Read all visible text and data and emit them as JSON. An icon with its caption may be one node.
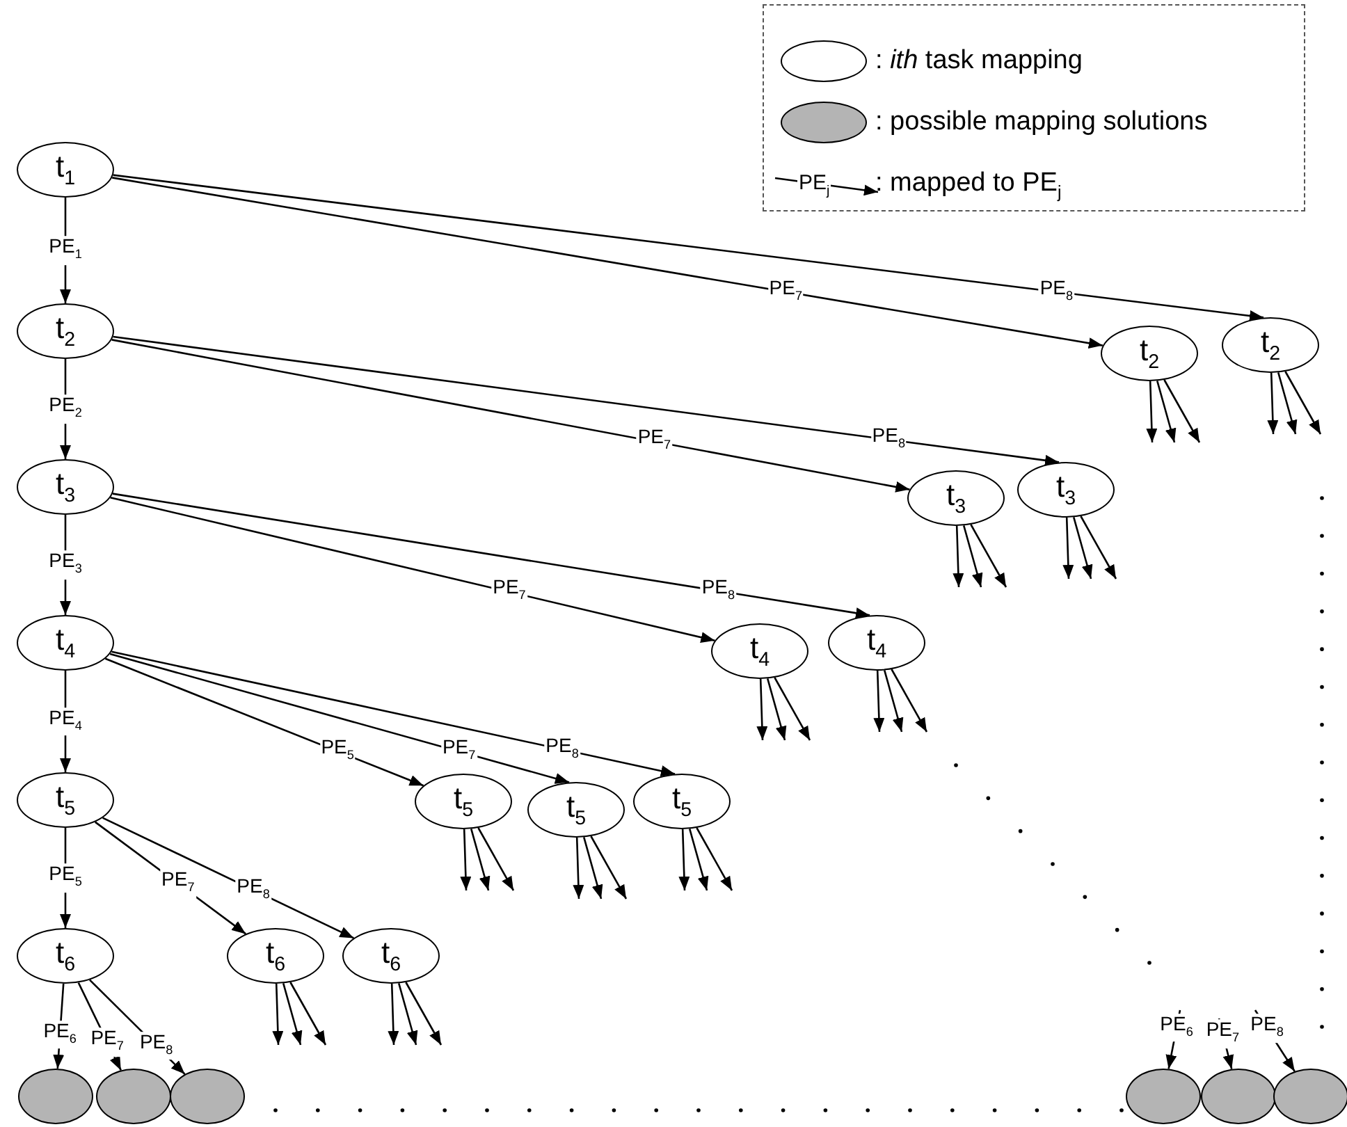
{
  "diagram": {
    "nodes": [
      {
        "text": [
          "t$_{1}$"
        ]
      },
      {
        "text": [
          "t$_{2}$"
        ]
      },
      {
        "text": [
          "t$_{2}$"
        ]
      },
      {
        "text": [
          "t$_{2}$"
        ]
      },
      {
        "text": [
          "t$_{3}$"
        ]
      },
      {
        "text": [
          "t$_{3}$"
        ]
      },
      {
        "text": [
          "t$_{3}$"
        ]
      },
      {
        "text": [
          "t$_{4}$"
        ]
      },
      {
        "text": [
          "t$_{4}$"
        ]
      },
      {
        "text": [
          "t$_{4}$"
        ]
      },
      {
        "text": [
          "t$_{5}$"
        ]
      },
      {
        "text": [
          "t$_{5}$"
        ]
      },
      {
        "text": [
          "t$_{5}$"
        ]
      },
      {
        "text": [
          "t$_{5}$"
        ]
      },
      {
        "text": [
          "t$_{6}$"
        ]
      },
      {
        "text": [
          "t$_{6}$"
        ]
      },
      {
        "text": [
          "t$_{6}$"
        ]
      },
      {
        "text": [],
        "shape": "ellipse"
      },
      {
        "text": [],
        "shape": "ellipse"
      },
      {
        "text": [],
        "shape": "ellipse"
      },
      {
        "text": [],
        "shape": "ellipse"
      },
      {
        "text": [],
        "shape": "ellipse"
      },
      {
        "text": [],
        "shape": "ellipse"
      }
    ],
    "edges": [
      {
        "from": 0,
        "to": 1,
        "arrow": "to",
        "label": "PE$_{1}$"
      },
      {
        "from": 0,
        "to": 2,
        "arrow": "to",
        "label": "PE$_{7}$"
      },
      {
        "from": 0,
        "to": 3,
        "arrow": "to",
        "label": "PE$_{8}$"
      },
      {
        "from": 2,
        "to": null,
        "arrow": "to"
      },
      {
        "from": 2,
        "to": null,
        "arrow": "to"
      },
      {
        "from": 2,
        "to": null,
        "arrow": "to"
      },
      {
        "from": 3,
        "to": null,
        "arrow": "to"
      },
      {
        "from": 3,
        "to": null,
        "arrow": "to"
      },
      {
        "from": 3,
        "to": null,
        "arrow": "to"
      },
      {
        "from": 1,
        "to": 4,
        "arrow": "to",
        "label": "PE$_{2}$"
      },
      {
        "from": 1,
        "to": 5,
        "arrow": "to",
        "label": "PE$_{7}$"
      },
      {
        "from": 1,
        "to": 6,
        "arrow": "to",
        "label": "PE$_{8}$"
      },
      {
        "from": 5,
        "to": null,
        "arrow": "to"
      },
      {
        "from": 5,
        "to": null,
        "arrow": "to"
      },
      {
        "from": 5,
        "to": null,
        "arrow": "to"
      },
      {
        "from": 6,
        "to": null,
        "arrow": "to"
      },
      {
        "from": 6,
        "to": null,
        "arrow": "to"
      },
      {
        "from": 6,
        "to": null,
        "arrow": "to"
      },
      {
        "from": 4,
        "to": 7,
        "arrow": "to",
        "label": "PE$_{3}$"
      },
      {
        "from": 4,
        "to": 8,
        "arrow": "to",
        "label": "PE$_{7}$"
      },
      {
        "from": 4,
        "to": 9,
        "arrow": "to",
        "label": "PE$_{8}$"
      },
      {
        "from": 8,
        "to": null,
        "arrow": "to"
      },
      {
        "from": 8,
        "to": null,
        "arrow": "to"
      },
      {
        "from": 8,
        "to": null,
        "arrow": "to"
      },
      {
        "from": 9,
        "to": null,
        "arrow": "to"
      },
      {
        "from": 9,
        "to": null,
        "arrow": "to"
      },
      {
        "from": 9,
        "to": null,
        "arrow": "to"
      },
      {
        "from": 7,
        "to": 10,
        "arrow": "to",
        "label": "PE$_{4}$"
      },
      {
        "from": 7,
        "to": 11,
        "arrow": "to",
        "label": "PE$_{5}$"
      },
      {
        "from": 7,
        "to": 12,
        "arrow": "to",
        "label": "PE$_{7}$"
      },
      {
        "from": 7,
        "to": 13,
        "arrow": "to",
        "label": "PE$_{8}$"
      },
      {
        "from": 11,
        "to": null,
        "arrow": "to"
      },
      {
        "from": 11,
        "to": null,
        "arrow": "to"
      },
      {
        "from": 11,
        "to": null,
        "arrow": "to"
      },
      {
        "from": 12,
        "to": null,
        "arrow": "to"
      },
      {
        "from": 12,
        "to": null,
        "arrow": "to"
      },
      {
        "from": 12,
        "to": null,
        "arrow": "to"
      },
      {
        "from": 13,
        "to": null,
        "arrow": "to"
      },
      {
        "from": 13,
        "to": null,
        "arrow": "to"
      },
      {
        "from": 13,
        "to": null,
        "arrow": "to"
      },
      {
        "from": 10,
        "to": 14,
        "arrow": "to",
        "label": "PE$_{5}$"
      },
      {
        "from": 10,
        "to": 15,
        "arrow": "to",
        "label": "PE$_{7}$"
      },
      {
        "from": 10,
        "to": 16,
        "arrow": "to",
        "label": "PE$_{8}$"
      },
      {
        "from": 15,
        "to": null,
        "arrow": "to"
      },
      {
        "from": 15,
        "to": null,
        "arrow": "to"
      },
      {
        "from": 15,
        "to": null,
        "arrow": "to"
      },
      {
        "from": 16,
        "to": null,
        "arrow": "to"
      },
      {
        "from": 16,
        "to": null,
        "arrow": "to"
      },
      {
        "from": 16,
        "to": null,
        "arrow": "to"
      },
      {
        "from": 14,
        "to": 17,
        "arrow": "to",
        "label": "PE$_{6}$"
      },
      {
        "from": 14,
        "to": 18,
        "arrow": "to",
        "label": "PE$_{7}$"
      },
      {
        "from": 14,
        "to": 19,
        "arrow": "to",
        "label": "PE$_{8}$"
      },
      {
        "from": null,
        "to": 20,
        "arrow": "to",
        "label": "PE$_{6}$"
      },
      {
        "from": null,
        "to": 21,
        "arrow": "to",
        "label": "PE$_{7}$"
      },
      {
        "from": null,
        "to": 22,
        "arrow": "to",
        "label": "PE$_{8}$"
      }
    ],
    "labels": [
      "PE$_{j}$"
    ],
    "legend": [
      {
        "text": ": *ith* task mapping",
        "color": "#ffffff"
      },
      {
        "text": ": possible mapping solutions",
        "color": "#b4b4b4"
      },
      {
        "text": ": mapped to PE$_{j}$"
      }
    ]
  }
}
